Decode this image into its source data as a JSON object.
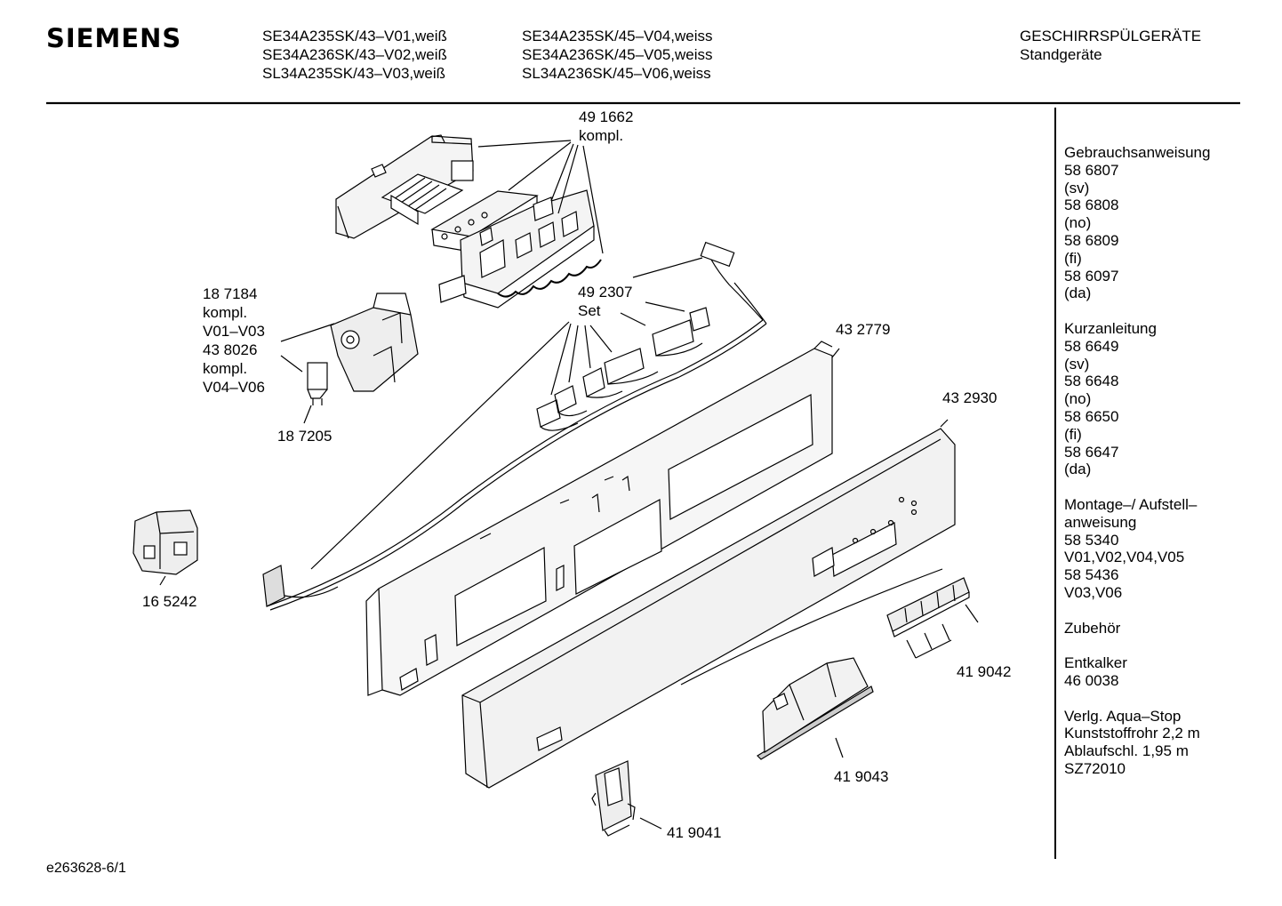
{
  "header": {
    "brand": "SIEMENS",
    "models_col1": [
      "SE34A235SK/43–V01,weiß",
      "SE34A236SK/43–V02,weiß",
      "SL34A235SK/43–V03,weiß"
    ],
    "models_col2": [
      "SE34A235SK/45–V04,weiss",
      "SE34A236SK/45–V05,weiss",
      "SL34A236SK/45–V06,weiss"
    ],
    "category": "GESCHIRRSPÜLGERÄTE",
    "subcategory": "Standgeräte"
  },
  "sidebar": {
    "groups": [
      [
        "Gebrauchsanweisung",
        "58 6807",
        "(sv)",
        "58 6808",
        "(no)",
        "58 6809",
        "(fi)",
        "58 6097",
        "(da)"
      ],
      [
        "Kurzanleitung",
        "58 6649",
        "(sv)",
        "58 6648",
        "(no)",
        "58 6650",
        "(fi)",
        "58 6647",
        "(da)"
      ],
      [
        "Montage–/ Aufstell–",
        "anweisung",
        "58 5340",
        "V01,V02,V04,V05",
        "58 5436",
        "V03,V06"
      ],
      [
        "Zubehör"
      ],
      [
        "Entkalker",
        "46 0038"
      ],
      [
        "Verlg. Aqua–Stop",
        "Kunststoffrohr 2,2 m",
        "Ablaufschl. 1,95 m",
        "SZ72010"
      ]
    ]
  },
  "parts": {
    "p491662": [
      "49 1662",
      "kompl."
    ],
    "p187184": [
      "18 7184",
      "kompl.",
      "V01–V03",
      "43 8026",
      "kompl.",
      "V04–V06"
    ],
    "p187205": "18 7205",
    "p492307": [
      "49 2307",
      "Set"
    ],
    "p432779": "43 2779",
    "p432930": "43 2930",
    "p165242": "16 5242",
    "p419042": "41 9042",
    "p419043": "41 9043",
    "p419041": "41 9041"
  },
  "footer": {
    "drawing_id": "e263628-6/1"
  }
}
